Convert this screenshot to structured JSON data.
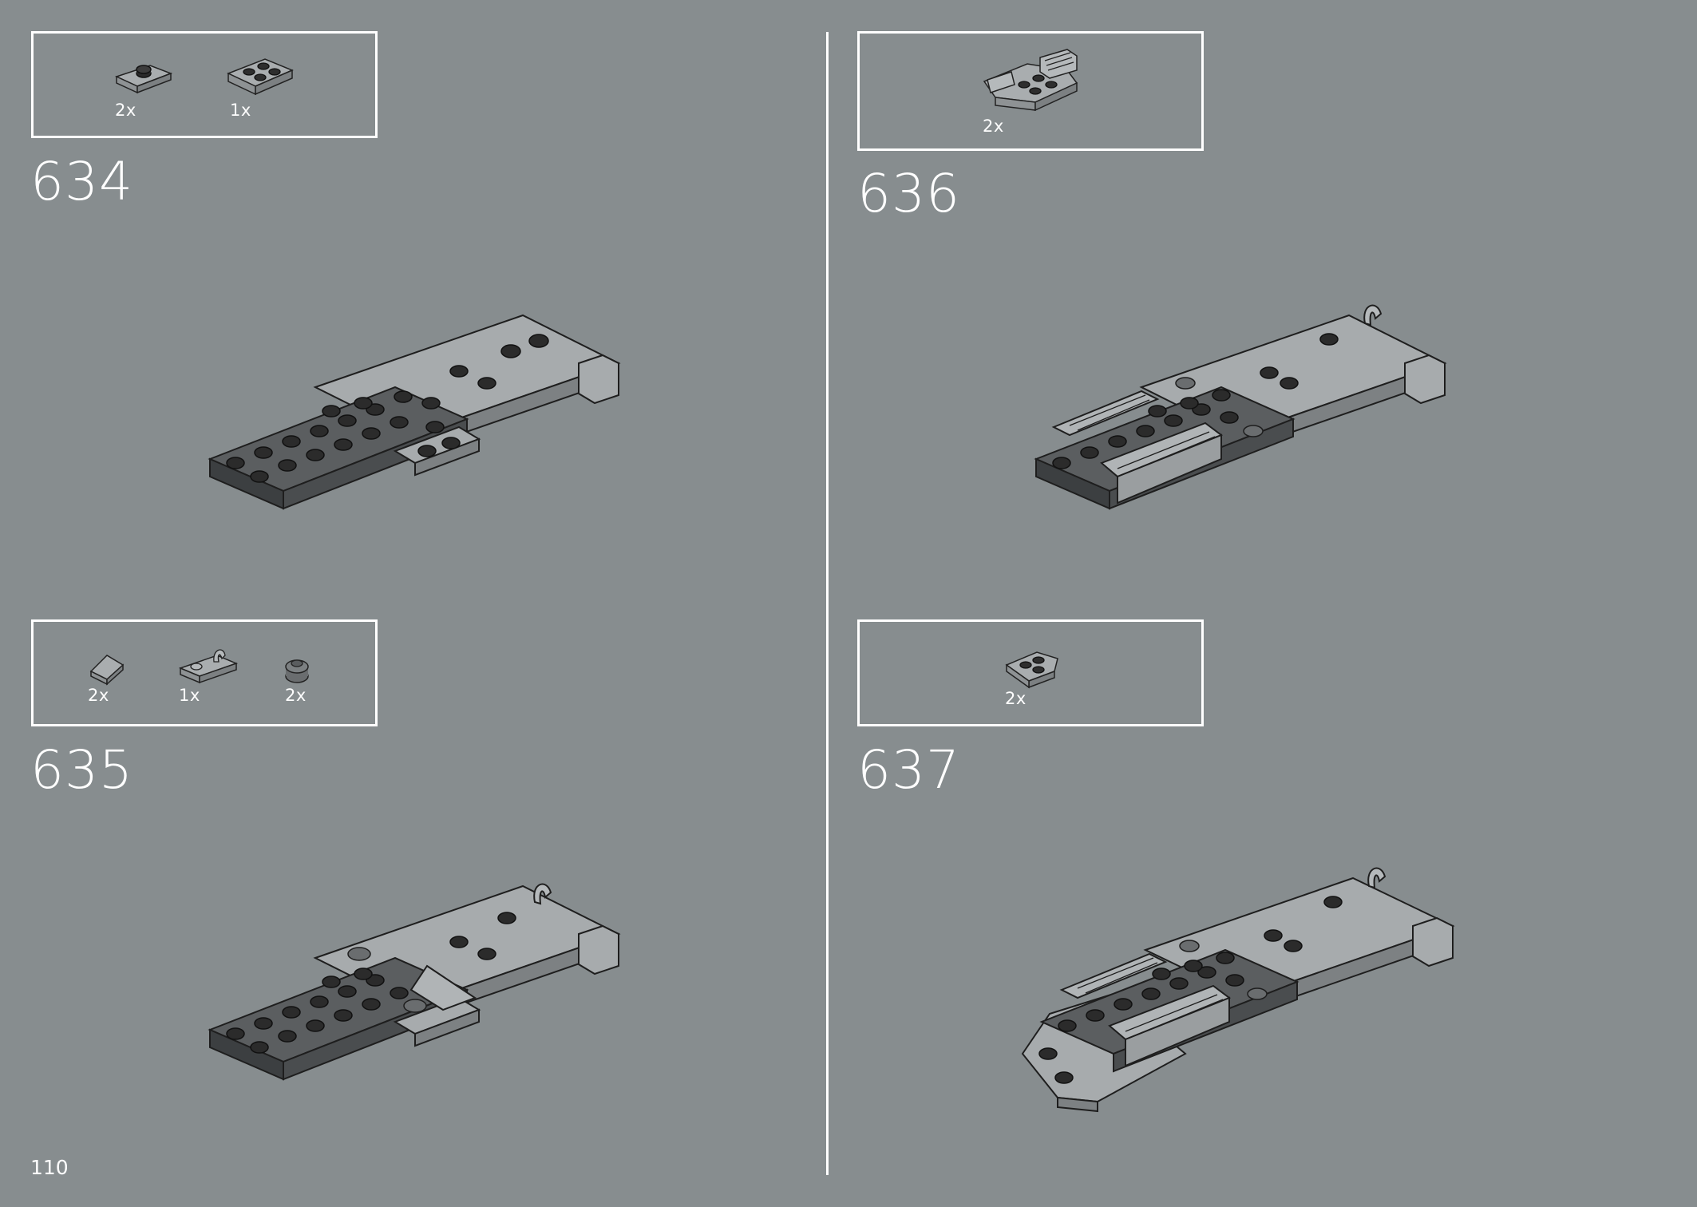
{
  "page": {
    "number": "110"
  },
  "steps": [
    {
      "number": "634",
      "parts": [
        {
          "name": "jumper-plate",
          "qty": "2x"
        },
        {
          "name": "plate-2x2",
          "qty": "1x"
        }
      ]
    },
    {
      "number": "635",
      "parts": [
        {
          "name": "slope-tile",
          "qty": "2x"
        },
        {
          "name": "clip-plate",
          "qty": "1x"
        },
        {
          "name": "round-brick",
          "qty": "2x"
        }
      ]
    },
    {
      "number": "636",
      "parts": [
        {
          "name": "grille-wedge-plate",
          "qty": "2x"
        }
      ]
    },
    {
      "number": "637",
      "parts": [
        {
          "name": "wedge-plate",
          "qty": "2x"
        }
      ]
    }
  ],
  "colors": {
    "background": "#878d8f",
    "brick_light": "#a7abad",
    "brick_dark": "#3a3a3a",
    "outline": "#1e1e1e"
  }
}
